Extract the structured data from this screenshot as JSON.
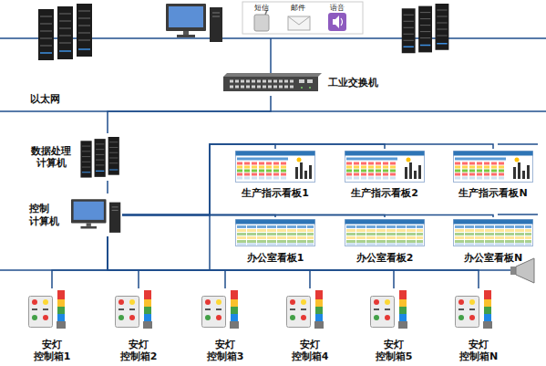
{
  "diagram": {
    "nodes": [
      {
        "text": [
          "短信"
        ]
      },
      {
        "text": [
          "邮件"
        ]
      },
      {
        "text": [
          "语音"
        ]
      },
      {
        "text": [
          "工业交换机"
        ]
      },
      {
        "text": [
          "数据处理 计算机"
        ]
      },
      {
        "text": [
          "控制 计算机"
        ]
      },
      {
        "text": [
          "生产指示看板1"
        ]
      },
      {
        "text": [
          "生产指示看板2"
        ]
      },
      {
        "text": [
          "生产指示看板N"
        ]
      },
      {
        "text": [
          "办公室看板1"
        ]
      },
      {
        "text": [
          "办公室看板2"
        ]
      },
      {
        "text": [
          "办公室看板N"
        ]
      },
      {
        "text": [
          "安灯 控制箱1"
        ]
      },
      {
        "text": [
          "安灯 控制箱2"
        ]
      },
      {
        "text": [
          "安灯 控制箱3"
        ]
      },
      {
        "text": [
          "安灯 控制箱4"
        ]
      },
      {
        "text": [
          "安灯 控制箱5"
        ]
      },
      {
        "text": [
          "安灯 控制箱N"
        ]
      }
    ],
    "edges": [
      {
        "from": 3,
        "to": 4,
        "arrow": "none"
      },
      {
        "from": 4,
        "to": 5,
        "arrow": "none"
      },
      {
        "from": 5,
        "to": 6,
        "arrow": "none"
      },
      {
        "from": 5,
        "to": 7,
        "arrow": "none"
      },
      {
        "from": 5,
        "to": 8,
        "arrow": "none"
      },
      {
        "from": 5,
        "to": 9,
        "arrow": "none"
      },
      {
        "from": 5,
        "to": 10,
        "arrow": "none"
      },
      {
        "from": 5,
        "to": 11,
        "arrow": "none"
      },
      {
        "from": 5,
        "to": 12,
        "arrow": "none"
      },
      {
        "from": 5,
        "to": 13,
        "arrow": "none"
      },
      {
        "from": 5,
        "to": 14,
        "arrow": "none"
      },
      {
        "from": 5,
        "to": 15,
        "arrow": "none"
      },
      {
        "from": 5,
        "to": 16,
        "arrow": "none"
      },
      {
        "from": 5,
        "to": 17,
        "arrow": "none"
      }
    ],
    "labels": [
      "以太网"
    ]
  }
}
